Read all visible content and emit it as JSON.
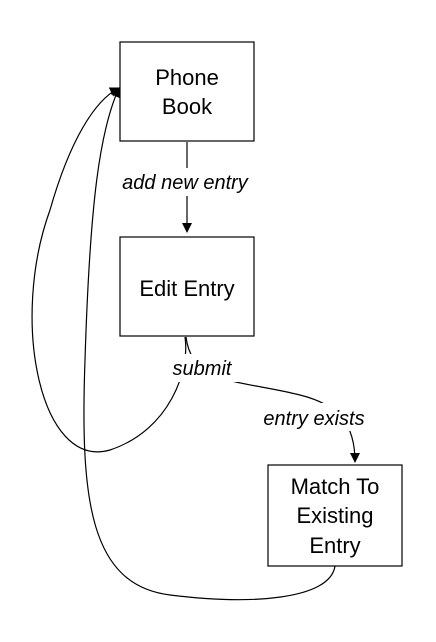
{
  "diagram": {
    "nodes": {
      "phone_book": {
        "line1": "Phone",
        "line2": "Book"
      },
      "edit_entry": {
        "line1": "Edit Entry"
      },
      "match_existing": {
        "line1": "Match To",
        "line2": "Existing",
        "line3": "Entry"
      }
    },
    "edges": {
      "add_new_entry": {
        "label": "add new entry"
      },
      "submit": {
        "label": "submit"
      },
      "entry_exists": {
        "label": "entry exists"
      }
    }
  }
}
